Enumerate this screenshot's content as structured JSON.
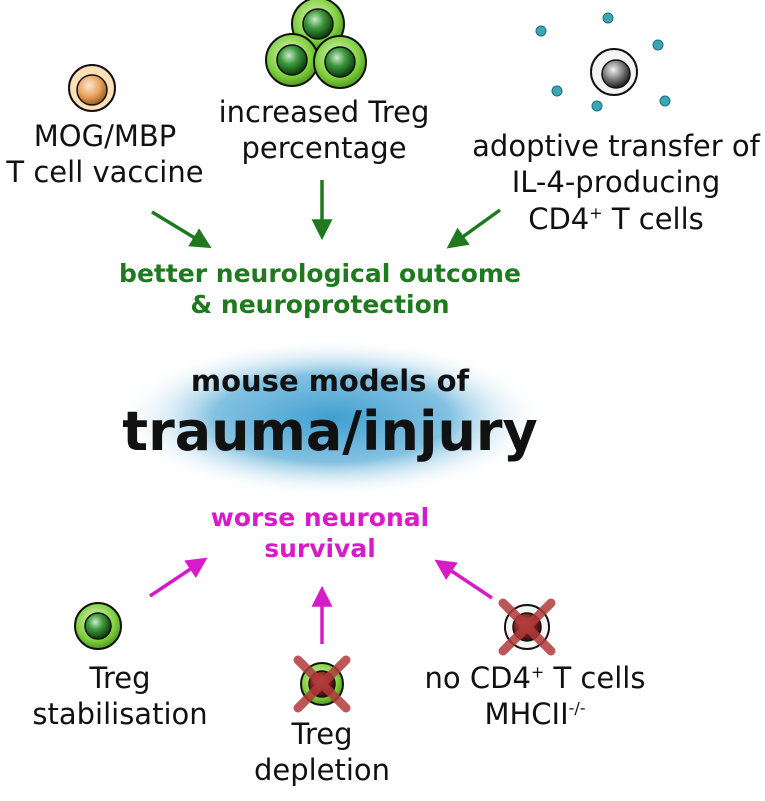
{
  "protective_factors": {
    "tcell_vaccine": {
      "line1": "MOG/MBP",
      "line2": "T cell vaccine"
    },
    "treg_percentage": {
      "line1": "increased Treg",
      "line2": "percentage"
    },
    "il4_transfer": {
      "line1": "adoptive transfer of",
      "line2": "IL-4-producing",
      "line3_pre": "CD4",
      "line3_sup": "+",
      "line3_post": " T cells"
    }
  },
  "protective_outcome": {
    "line1": "better neurological outcome",
    "line2": "& neuroprotection"
  },
  "center": {
    "line1": "mouse models of",
    "line2": "trauma/injury"
  },
  "detrimental_outcome": {
    "line1": "worse neuronal",
    "line2": "survival"
  },
  "detrimental_factors": {
    "treg_stabilisation": {
      "line1": "Treg",
      "line2": "stabilisation"
    },
    "treg_depletion": {
      "line1": "Treg",
      "line2": "depletion"
    },
    "no_cd4": {
      "line1_pre": "no CD4",
      "line1_sup": "+",
      "line1_post": " T cells",
      "line2_pre": "MHCII",
      "line2_sup": "-/-"
    }
  },
  "colors": {
    "protective_green": "#1f7a1f",
    "detrimental_magenta": "#d61cc8",
    "center_blue": "#3f9fd0",
    "treg_green": "#6dc234",
    "vaccine_orange": "#e8a15a",
    "il4_dot_teal": "#3ba7b5",
    "cross_red": "#b23a3a"
  }
}
